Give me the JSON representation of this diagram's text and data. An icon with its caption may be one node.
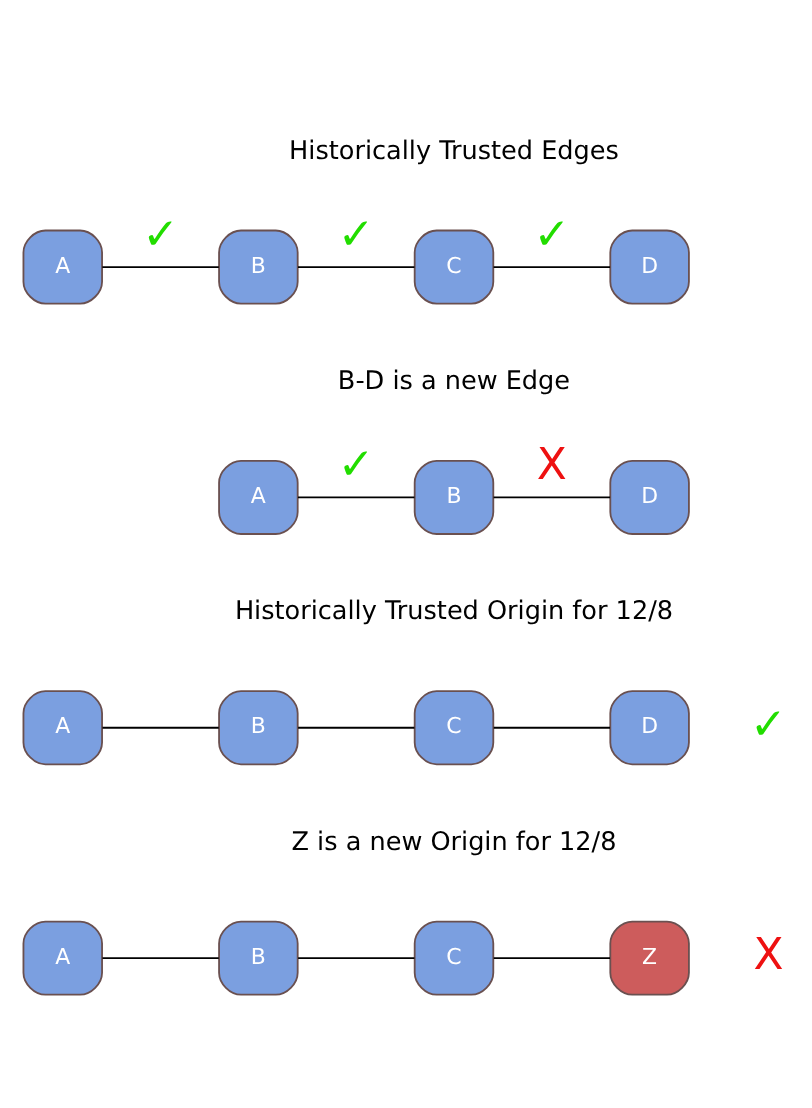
{
  "diagram": {
    "nodes": [
      {
        "text": [
          "A"
        ]
      },
      {
        "text": [
          "B"
        ]
      },
      {
        "text": [
          "C"
        ]
      },
      {
        "text": [
          "D"
        ]
      },
      {
        "text": [
          "A"
        ]
      },
      {
        "text": [
          "B"
        ]
      },
      {
        "text": [
          "D"
        ]
      },
      {
        "text": [
          "A"
        ]
      },
      {
        "text": [
          "B"
        ]
      },
      {
        "text": [
          "C"
        ]
      },
      {
        "text": [
          "D"
        ],
        "beside": [
          "✓"
        ]
      },
      {
        "text": [
          "A"
        ]
      },
      {
        "text": [
          "B"
        ]
      },
      {
        "text": [
          "C"
        ]
      },
      {
        "text": [
          "Z"
        ],
        "beside": [
          "X"
        ]
      }
    ],
    "edges": [
      {
        "from": 0,
        "to": 1,
        "arrow": "none",
        "label": "✓"
      },
      {
        "from": 1,
        "to": 2,
        "arrow": "none",
        "label": "✓"
      },
      {
        "from": 2,
        "to": 3,
        "arrow": "none",
        "label": "✓"
      },
      {
        "from": 4,
        "to": 5,
        "arrow": "none",
        "label": "✓"
      },
      {
        "from": 5,
        "to": 6,
        "arrow": "none",
        "label": "X"
      },
      {
        "from": 7,
        "to": 8,
        "arrow": "none"
      },
      {
        "from": 8,
        "to": 9,
        "arrow": "none"
      },
      {
        "from": 9,
        "to": 10,
        "arrow": "none"
      },
      {
        "from": 11,
        "to": 12,
        "arrow": "none"
      },
      {
        "from": 12,
        "to": 13,
        "arrow": "none"
      },
      {
        "from": 13,
        "to": 14,
        "arrow": "none"
      }
    ],
    "labels": [
      "Historically Trusted Edges",
      "B-D is a new Edge",
      "Historically Trusted Origin for 12/8",
      "Z is a new Origin for 12/8"
    ]
  }
}
